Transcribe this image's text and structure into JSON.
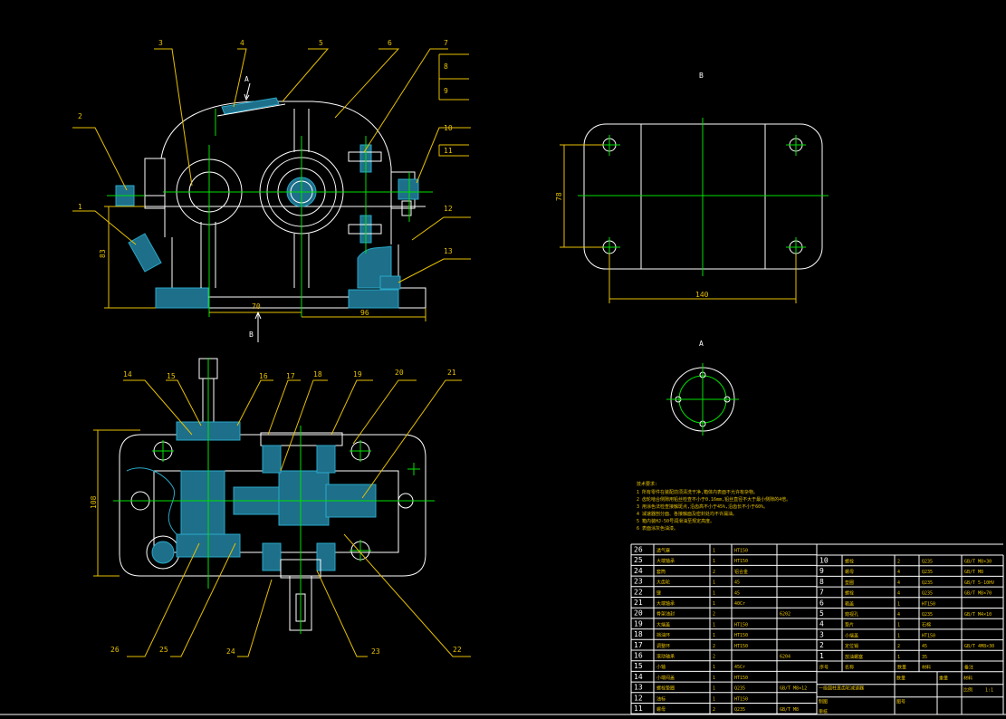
{
  "views": {
    "view_b_label": "B",
    "view_a_label": "A",
    "arrow_a_label": "A",
    "arrow_b_label": "B"
  },
  "dimensions": {
    "front_height": "83",
    "front_70": "70",
    "front_96": "96",
    "plan_width": "108",
    "b_height": "78",
    "b_width": "140"
  },
  "balloons_top": [
    "3",
    "2",
    "4",
    "5",
    "6",
    "7",
    "8",
    "9",
    "10",
    "11",
    "12",
    "13",
    "1"
  ],
  "balloons_bottom": [
    "14",
    "15",
    "16",
    "17",
    "18",
    "19",
    "20",
    "21",
    "26",
    "25",
    "24",
    "23",
    "22"
  ],
  "notes": [
    "技术要求:",
    "1 所有零件在装配前须清洗干净,箱体内表面不允许有杂物。",
    "2 齿轮啮合侧隙用铅丝检查不小于0.16mm,铅丝直径不大于最小侧隙的4倍。",
    "3 用涂色法检查接触斑点,沿齿高不小于45%,沿齿长不小于60%。",
    "4 减速器剖分面、各接触面及密封处均不许漏油。",
    "5 箱内装HJ-50号润滑油至规定高度。",
    "6 表面涂灰色油漆。"
  ],
  "bom_left": [
    [
      "26",
      "透气塞",
      "1",
      "HT150",
      ""
    ],
    [
      "25",
      "大端轴承",
      "1",
      "HT150",
      ""
    ],
    [
      "24",
      "套筒",
      "2",
      "铝合金",
      ""
    ],
    [
      "23",
      "大齿轮",
      "1",
      "45",
      ""
    ],
    [
      "22",
      "键",
      "1",
      "45",
      ""
    ],
    [
      "21",
      "大端轴承",
      "1",
      "40Cr",
      ""
    ],
    [
      "20",
      "骨架油封",
      "2",
      "",
      "6202"
    ],
    [
      "19",
      "大端盖",
      "1",
      "HT150",
      ""
    ],
    [
      "18",
      "挡油环",
      "1",
      "HT150",
      ""
    ],
    [
      "17",
      "调整环",
      "2",
      "HT150",
      ""
    ],
    [
      "16",
      "滚动轴承",
      "2",
      "",
      "6204"
    ],
    [
      "15",
      "小轴",
      "1",
      "45Cr",
      ""
    ],
    [
      "14",
      "小端闷盖",
      "1",
      "HT150",
      ""
    ],
    [
      "13",
      "螺栓垫圈",
      "1",
      "Q235",
      "GB/T M8×12"
    ],
    [
      "12",
      "油标",
      "1",
      "HT150",
      ""
    ],
    [
      "11",
      "螺母",
      "2",
      "Q235",
      "GB/T M8"
    ]
  ],
  "bom_right": [
    [
      "10",
      "螺栓",
      "2",
      "Q235",
      "GB/T M8×30"
    ],
    [
      "9",
      "螺母",
      "4",
      "Q235",
      "GB/T M8"
    ],
    [
      "8",
      "垫圈",
      "4",
      "Q235",
      "GB/T 5-10HV"
    ],
    [
      "7",
      "螺栓",
      "4",
      "Q235",
      "GB/T M8×70"
    ],
    [
      "6",
      "箱盖",
      "1",
      "HT150",
      ""
    ],
    [
      "5",
      "窥视孔",
      "4",
      "Q235",
      "GB/T M4×10"
    ],
    [
      "4",
      "垫片",
      "1",
      "石棉",
      ""
    ],
    [
      "3",
      "小端盖",
      "1",
      "HT150",
      ""
    ],
    [
      "2",
      "定位销",
      "2",
      "45",
      "GB/T 4M8×30"
    ],
    [
      "1",
      "放油螺塞",
      "1",
      "35",
      ""
    ]
  ],
  "bom_header": [
    "序号",
    "名称",
    "数量",
    "材料",
    "备注"
  ],
  "title_block": {
    "title": "一级圆柱直齿轮减速器",
    "scale_label": "比例",
    "scale_value": "1:1",
    "drawn": "制图",
    "checked": "审核",
    "sheet": "图号",
    "qty": "数量",
    "weight": "重量",
    "material": "材料"
  },
  "colors": {
    "outline": "#ffffff",
    "center": "#00e000",
    "leader": "#e6c000",
    "hatch": "#2aa8c8"
  }
}
